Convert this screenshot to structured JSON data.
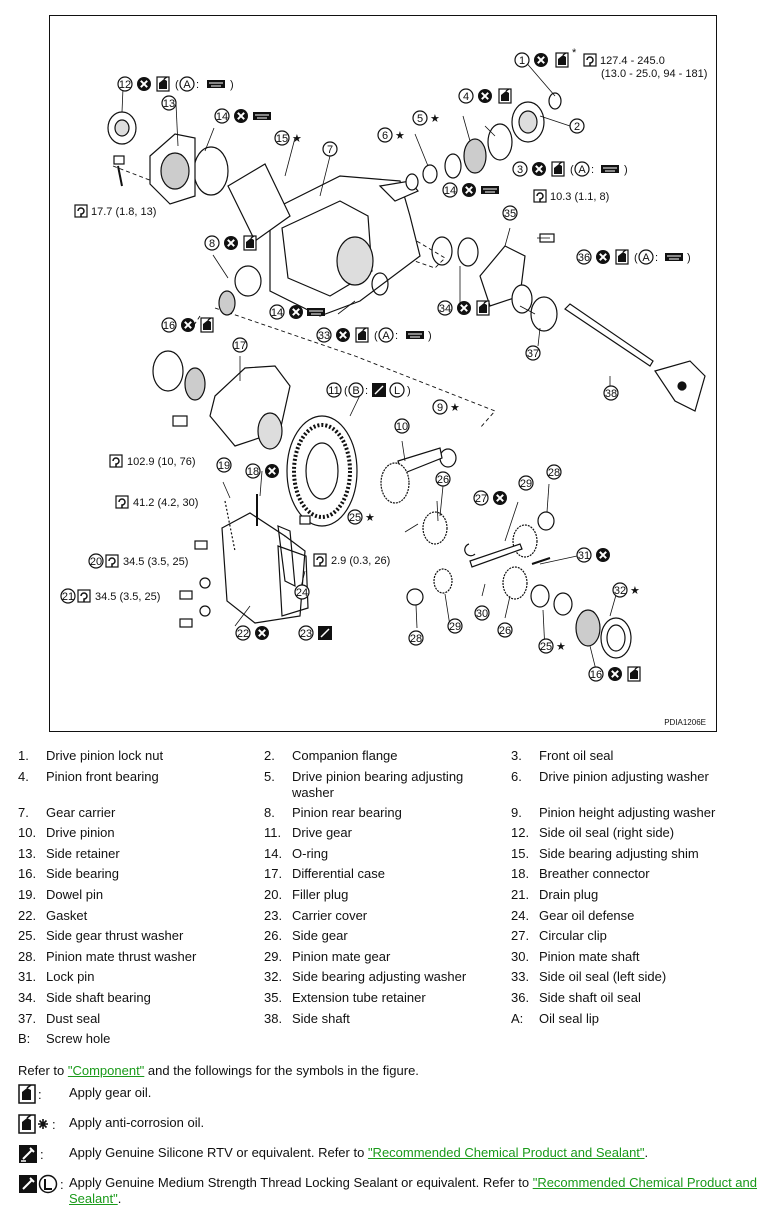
{
  "figure": {
    "figure_id": "PDIA1206E",
    "callouts": {
      "c1": "1",
      "c1_torque": "127.4 - 245.0",
      "c1_torque2": "(13.0 - 25.0, 94 - 181)",
      "c2": "2",
      "c3": "3",
      "c4": "4",
      "c5": "5",
      "c6": "6",
      "c7": "7",
      "c8": "8",
      "c9": "9",
      "c10": "10",
      "c11": "11",
      "c12": "12",
      "c13": "13",
      "c14": "14",
      "c15": "15",
      "c16": "16",
      "c17": "17",
      "c18": "18",
      "c19": "19",
      "c20": "20",
      "c21": "21",
      "c22": "22",
      "c23": "23",
      "c24": "24",
      "c25": "25",
      "c26": "26",
      "c27": "27",
      "c28": "28",
      "c29": "29",
      "c30": "30",
      "c31": "31",
      "c32": "32",
      "c33": "33",
      "c34": "34",
      "c35": "35",
      "c36": "36",
      "c37": "37",
      "c38": "38",
      "t17_7": "17.7 (1.8, 13)",
      "t10_3": "10.3 (1.1, 8)",
      "t102_9": "102.9 (10, 76)",
      "t41_2": "41.2 (4.2, 30)",
      "t34_5a": "34.5 (3.5, 25)",
      "t34_5b": "34.5 (3.5, 25)",
      "t2_9": "2.9 (0.3, 26)",
      "lbl_A": "A",
      "lbl_B": "B",
      "lbl_L": "L"
    }
  },
  "parts": [
    {
      "num": "1.",
      "name": "Drive pinion lock nut"
    },
    {
      "num": "2.",
      "name": "Companion flange"
    },
    {
      "num": "3.",
      "name": "Front oil seal"
    },
    {
      "num": "4.",
      "name": "Pinion front bearing"
    },
    {
      "num": "5.",
      "name": "Drive pinion bearing adjusting washer"
    },
    {
      "num": "6.",
      "name": "Drive pinion adjusting washer"
    },
    {
      "num": "7.",
      "name": "Gear carrier"
    },
    {
      "num": "8.",
      "name": "Pinion rear bearing"
    },
    {
      "num": "9.",
      "name": "Pinion height adjusting washer"
    },
    {
      "num": "10.",
      "name": "Drive pinion"
    },
    {
      "num": "11.",
      "name": "Drive gear"
    },
    {
      "num": "12.",
      "name": "Side oil seal (right side)"
    },
    {
      "num": "13.",
      "name": "Side retainer"
    },
    {
      "num": "14.",
      "name": "O-ring"
    },
    {
      "num": "15.",
      "name": "Side bearing adjusting shim"
    },
    {
      "num": "16.",
      "name": "Side bearing"
    },
    {
      "num": "17.",
      "name": "Differential case"
    },
    {
      "num": "18.",
      "name": "Breather connector"
    },
    {
      "num": "19.",
      "name": "Dowel pin"
    },
    {
      "num": "20.",
      "name": "Filler plug"
    },
    {
      "num": "21.",
      "name": "Drain plug"
    },
    {
      "num": "22.",
      "name": "Gasket"
    },
    {
      "num": "23.",
      "name": "Carrier cover"
    },
    {
      "num": "24.",
      "name": "Gear oil defense"
    },
    {
      "num": "25.",
      "name": "Side gear thrust washer"
    },
    {
      "num": "26.",
      "name": "Side gear"
    },
    {
      "num": "27.",
      "name": "Circular clip"
    },
    {
      "num": "28.",
      "name": "Pinion mate thrust washer"
    },
    {
      "num": "29.",
      "name": "Pinion mate gear"
    },
    {
      "num": "30.",
      "name": "Pinion mate shaft"
    },
    {
      "num": "31.",
      "name": "Lock pin"
    },
    {
      "num": "32.",
      "name": "Side bearing adjusting washer"
    },
    {
      "num": "33.",
      "name": "Side oil seal (left side)"
    },
    {
      "num": "34.",
      "name": "Side shaft bearing"
    },
    {
      "num": "35.",
      "name": "Extension tube retainer"
    },
    {
      "num": "36.",
      "name": "Side shaft oil seal"
    },
    {
      "num": "37.",
      "name": "Dust seal"
    },
    {
      "num": "38.",
      "name": "Side shaft"
    },
    {
      "num": "A:",
      "name": "Oil seal lip"
    },
    {
      "num": "B:",
      "name": "Screw hole"
    }
  ],
  "notes": {
    "refer_prefix": "Refer to ",
    "refer_link": "\"Component\"",
    "refer_suffix": " and the followings for the symbols in the figure.",
    "sym1": "Apply gear oil.",
    "sym2": "Apply anti-corrosion oil.",
    "sym3_prefix": "Apply Genuine Silicone RTV or equivalent. Refer to ",
    "sym3_link": "\"Recommended Chemical Product and Sealant\"",
    "sym3_suffix": ".",
    "sym4_prefix": "Apply Genuine Medium Strength Thread Locking Sealant or equivalent. Refer to ",
    "sym4_link": "\"Recommended Chemical Product and Sealant\"",
    "sym4_suffix": ".",
    "colon": ":"
  }
}
